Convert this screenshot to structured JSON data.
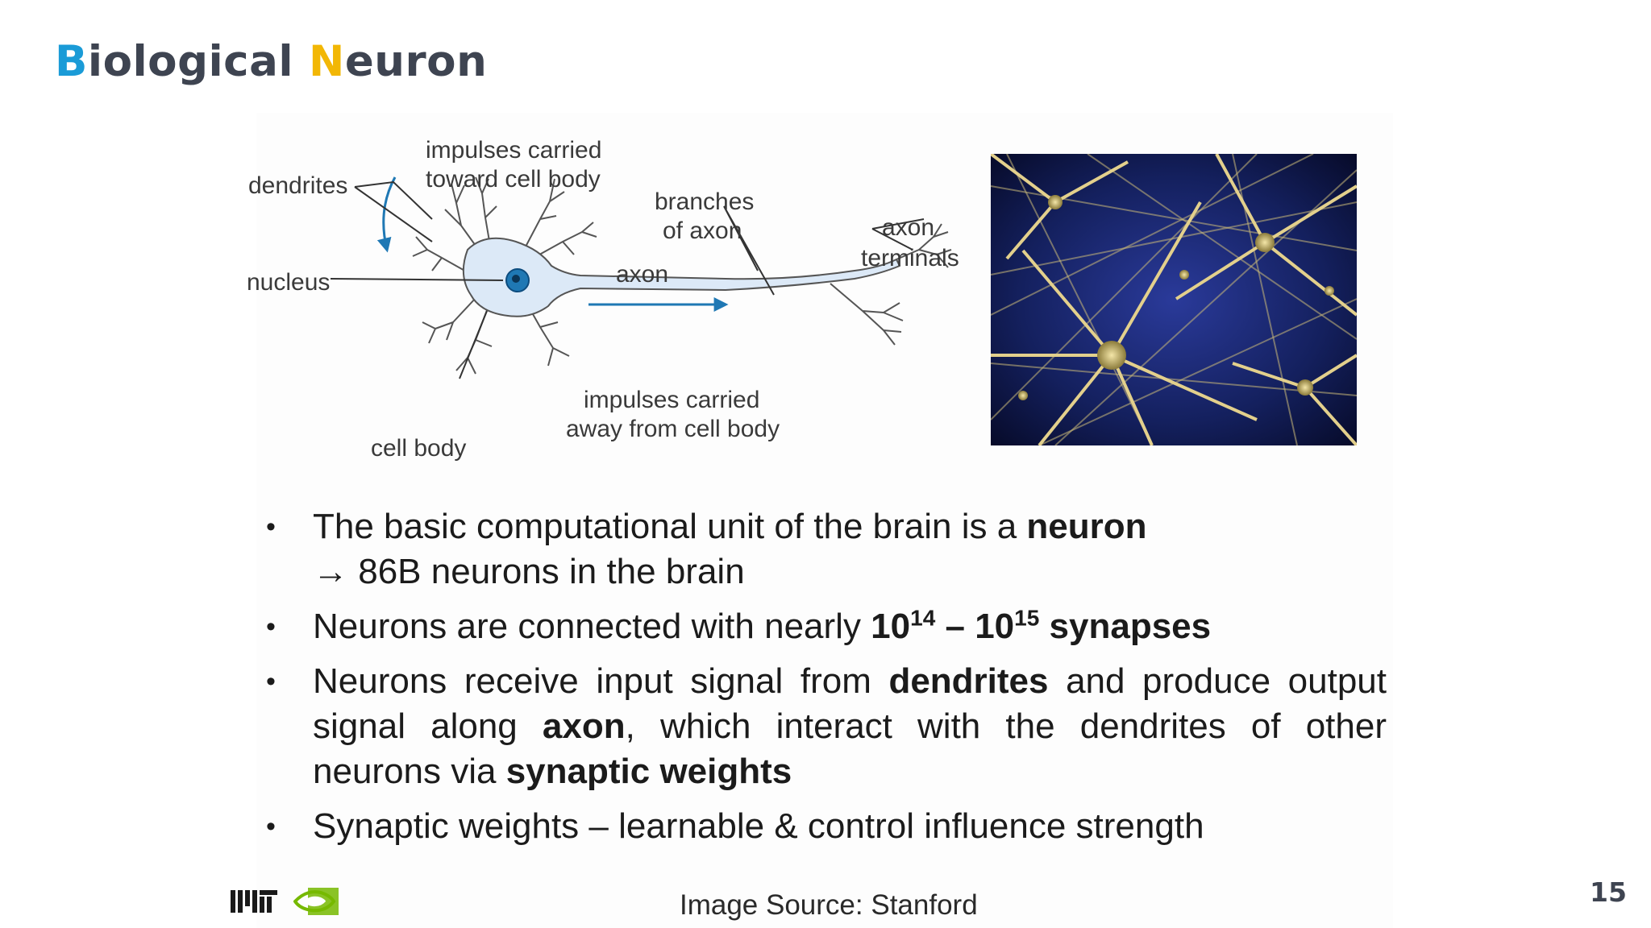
{
  "title": {
    "first_letter": "B",
    "first_rest": "iological ",
    "second_letter": "N",
    "second_rest": "euron"
  },
  "diagram": {
    "labels": {
      "impulses_toward_1": "impulses carried",
      "impulses_toward_2": "toward cell body",
      "dendrites": "dendrites",
      "branches_1": "branches",
      "branches_2": "of axon",
      "nucleus": "nucleus",
      "axon": "axon",
      "axon_terminals_1": "axon",
      "axon_terminals_2": "terminals",
      "impulses_away_1": "impulses carried",
      "impulses_away_2": "away from cell body",
      "cell_body": "cell body"
    }
  },
  "photo": {
    "icon": "neuron-network-photo"
  },
  "bullets": {
    "b1_text": "The basic computational unit of the brain is a ",
    "b1_bold": "neuron",
    "b1_line2": "86B neurons in the brain",
    "b1_arrow": "→",
    "b2_text": "Neurons are connected with nearly ",
    "b2_base1": "10",
    "b2_exp1": "14",
    "b2_dash": " – ",
    "b2_base2": "10",
    "b2_exp2": "15",
    "b2_bold": " synapses",
    "b3_p1": "Neurons receive input signal from ",
    "b3_bold1": "dendrites",
    "b3_p2": " and produce output signal along ",
    "b3_bold2": "axon",
    "b3_p3": ", which interact with the dendrites of other neurons via ",
    "b3_bold3": "synaptic weights",
    "b4_text": "Synaptic weights – learnable & control influence strength",
    "bullet_char": "•"
  },
  "footer": {
    "source": "Image Source: Stanford",
    "page_number": "15",
    "logos": [
      "mit-logo",
      "nvidia-logo"
    ]
  },
  "colors": {
    "title_text": "#3e4451",
    "title_accent_blue": "#1a9bd7",
    "title_accent_yellow": "#f2b705",
    "diagram_arrow": "#1f78b4"
  }
}
